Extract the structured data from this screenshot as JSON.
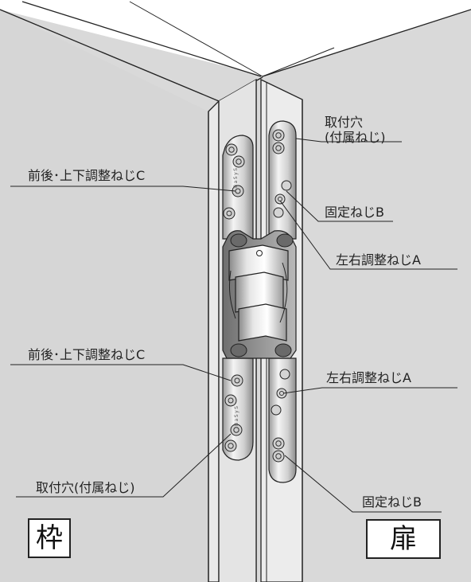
{
  "labels": {
    "mount_hole_right_line1": "取付穴",
    "mount_hole_right_line2": "(付属ねじ)",
    "adjust_screw_c_upper": "前後･上下調整ねじC",
    "fixing_screw_b_upper": "固定ねじB",
    "lr_adjust_screw_a_upper": "左右調整ねじA",
    "adjust_screw_c_lower": "前後･上下調整ねじC",
    "lr_adjust_screw_a_lower": "左右調整ねじA",
    "mount_hole_left": "取付穴(付属ねじ)",
    "fixing_screw_b_lower": "固定ねじB"
  },
  "boxes": {
    "frame": "枠",
    "door": "扉"
  },
  "plate_markings": {
    "upper": "BaSyS",
    "lower": "BaSyS"
  },
  "colors": {
    "background": "#d9d9d9",
    "line": "#222222",
    "metal_light": "#f2f2f2",
    "metal_mid": "#bdbdbd",
    "metal_dark": "#7a7a7a"
  }
}
